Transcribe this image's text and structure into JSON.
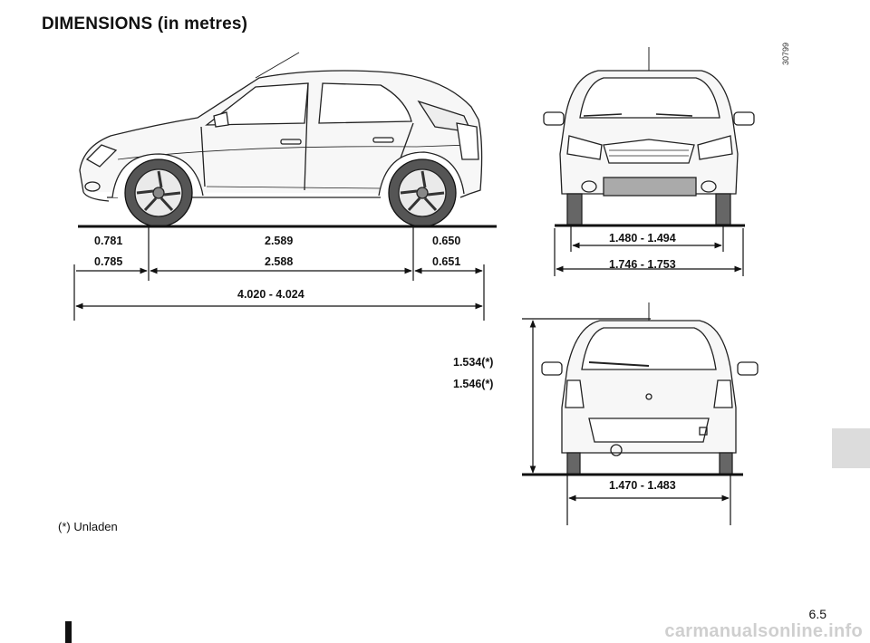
{
  "title": "DIMENSIONS (in metres)",
  "reference_number": "30799",
  "footnote": "(*) Unladen",
  "page_number": "6.5",
  "watermark": "carmanualsonline.info",
  "side_view": {
    "front_overhang_a": "0.781",
    "front_overhang_b": "0.785",
    "wheelbase_a": "2.589",
    "wheelbase_b": "2.588",
    "rear_overhang_a": "0.650",
    "rear_overhang_b": "0.651",
    "overall_length": "4.020 - 4.024"
  },
  "front_view": {
    "front_track": "1.480 - 1.494",
    "overall_width": "1.746 - 1.753"
  },
  "rear_view": {
    "height_a": "1.534(*)",
    "height_b": "1.546(*)",
    "rear_track": "1.470 - 1.483"
  }
}
